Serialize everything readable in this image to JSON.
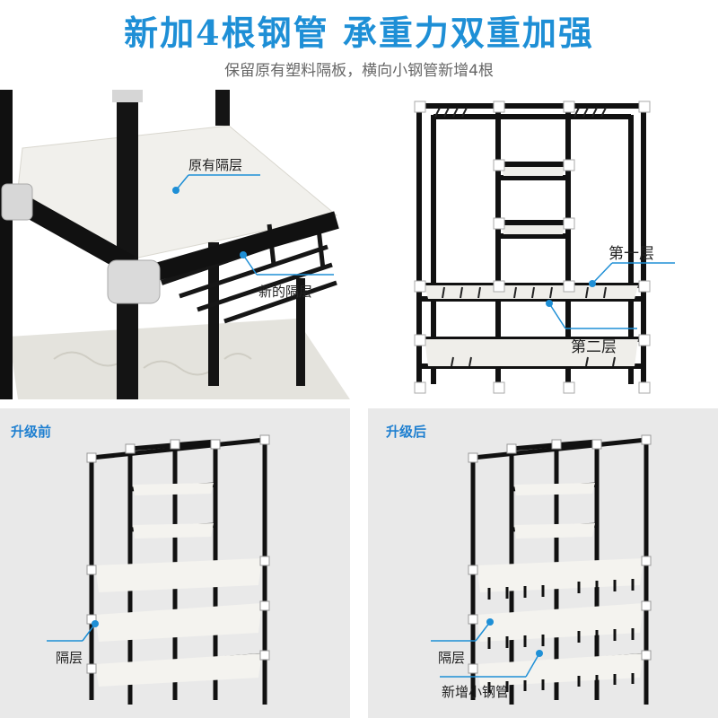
{
  "header": {
    "title": "新加4根钢管 承重力双重加强",
    "subtitle": "保留原有塑料隔板，横向小钢管新增4根"
  },
  "closeup": {
    "label_original": "原有隔层",
    "label_new": "新的隔层"
  },
  "wardrobe_top": {
    "label_first": "第一层",
    "label_second": "第二层"
  },
  "before": {
    "heading": "升级前",
    "label_shelf": "隔层"
  },
  "after": {
    "heading": "升级后",
    "label_shelf": "隔层",
    "label_tubes": "新增小钢管"
  },
  "colors": {
    "accent": "#1e8fd6",
    "panel_bg": "#e9e9e9",
    "frame": "#111111",
    "shelf": "#efeeea"
  }
}
